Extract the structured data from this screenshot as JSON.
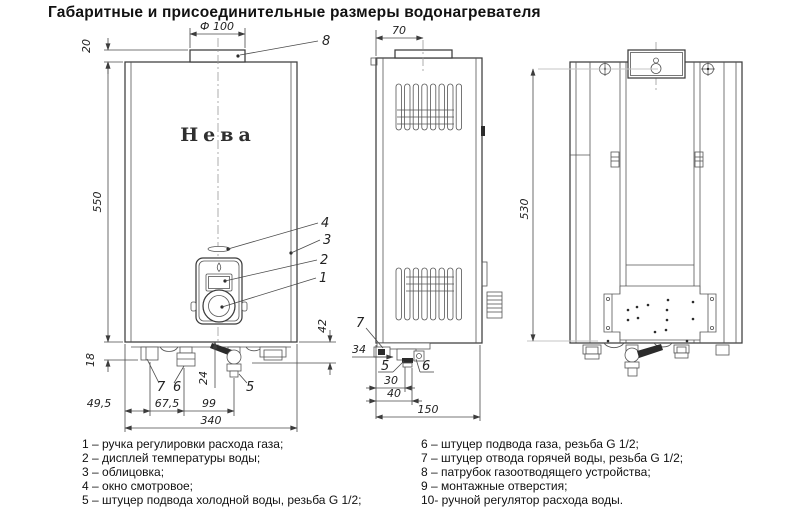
{
  "title": "Габаритные и присоединительные размеры водонагревателя",
  "brand": "Нева",
  "dims": {
    "d20": "20",
    "d550": "550",
    "d100": "Ф 100",
    "d18": "18",
    "d24": "24",
    "d42": "42",
    "d49_5": "49,5",
    "d67_5": "67,5",
    "d99": "99",
    "d340": "340",
    "d70": "70",
    "d34": "34",
    "d30": "30",
    "d40": "40",
    "d150": "150",
    "d530": "530"
  },
  "callouts": {
    "c1": "1",
    "c2": "2",
    "c3": "3",
    "c4": "4",
    "c5": "5",
    "c6": "6",
    "c7": "7",
    "c8": "8"
  },
  "legend": {
    "left": [
      "1 – ручка регулировки расхода газа;",
      "2 – дисплей температуры воды;",
      "3 – облицовка;",
      "4 – окно смотровое;",
      "5 – штуцер подвода холодной воды, резьба G 1/2;"
    ],
    "right": [
      "6 – штуцер подвода газа, резьба G 1/2;",
      "7 – штуцер отвода горячей воды, резьба G 1/2;",
      "8 – патрубок газоотводящего устройства;",
      "9 – монтажные отверстия;",
      "10- ручной регулятор расхода воды."
    ]
  }
}
